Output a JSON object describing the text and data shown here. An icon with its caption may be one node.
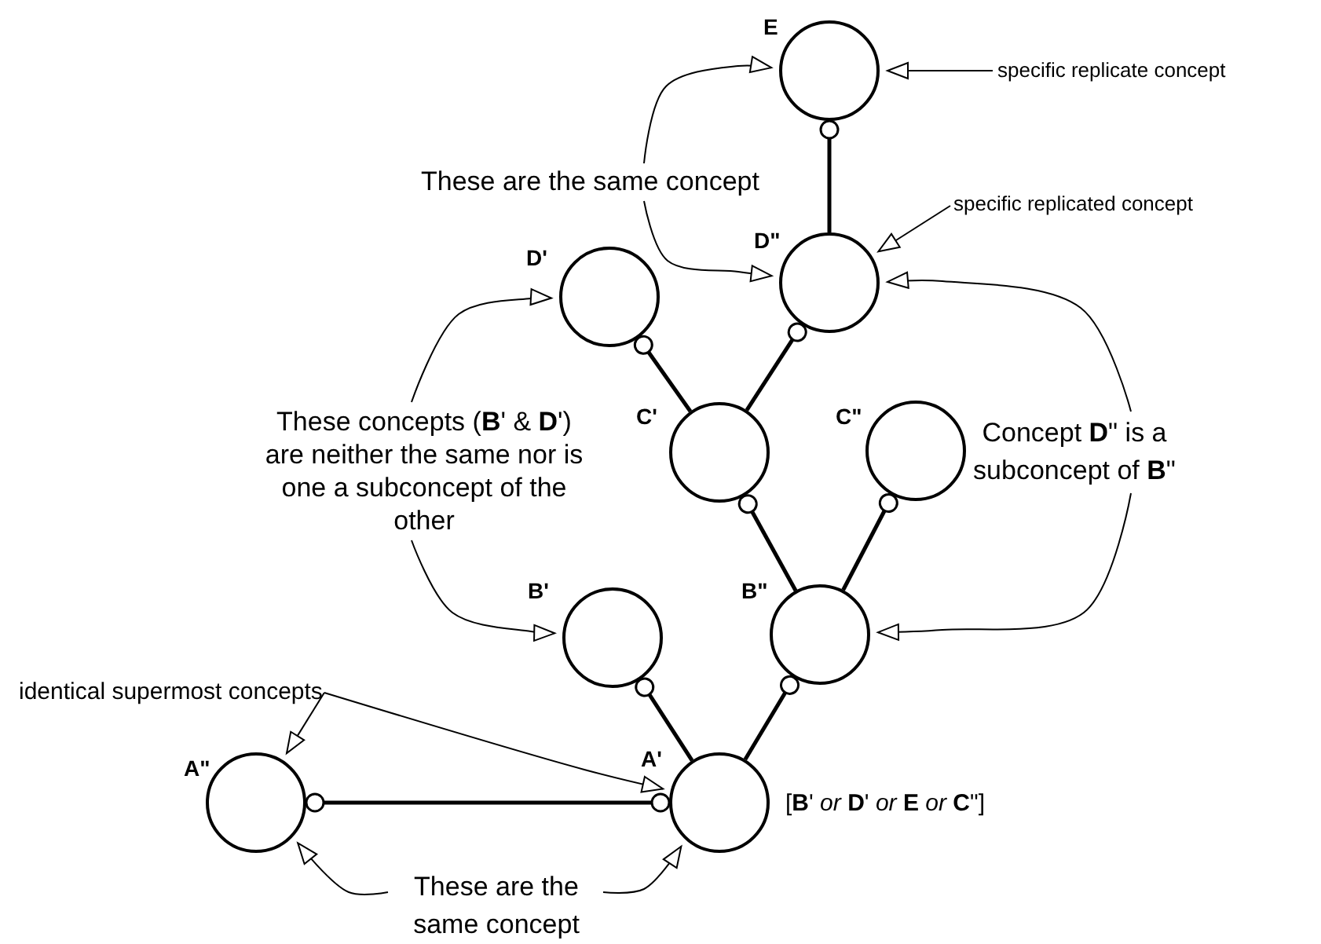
{
  "diagram": {
    "nodes": [
      {
        "text": [],
        "shape": "circle",
        "beside": [
          "E"
        ]
      },
      {
        "text": [],
        "shape": "circle",
        "beside": [
          "D\""
        ]
      },
      {
        "text": [],
        "shape": "circle",
        "beside": [
          "D'"
        ]
      },
      {
        "text": [],
        "shape": "circle",
        "beside": [
          "C'"
        ]
      },
      {
        "text": [],
        "shape": "circle",
        "beside": [
          "C\""
        ]
      },
      {
        "text": [],
        "shape": "circle",
        "beside": [
          "B'"
        ]
      },
      {
        "text": [],
        "shape": "circle",
        "beside": [
          "B\""
        ]
      },
      {
        "text": [],
        "shape": "circle",
        "beside": [
          "A'",
          "[**B**' *or* **D**' *or* **E** *or* **C**\"]"
        ]
      },
      {
        "text": [],
        "shape": "circle",
        "beside": [
          "A\""
        ]
      },
      {
        "text": [
          "specific replicate concept"
        ]
      },
      {
        "text": [
          "specific replicated concept"
        ]
      },
      {
        "text": [
          "These are the same concept"
        ]
      },
      {
        "text": [
          "These concepts (**B**' & **D**') are neither the same nor is one a subconcept of the other"
        ]
      },
      {
        "text": [
          "Concept **D**\" is a subconcept of **B**\""
        ]
      },
      {
        "text": [
          "identical supermost concepts"
        ]
      },
      {
        "text": [
          "These are the same concept"
        ]
      }
    ],
    "edges": [
      {
        "from": 0,
        "to": 1,
        "arrow": "other",
        "style": "thick"
      },
      {
        "from": 1,
        "to": 3,
        "arrow": "other",
        "style": "thick"
      },
      {
        "from": 2,
        "to": 3,
        "arrow": "other",
        "style": "thick"
      },
      {
        "from": 3,
        "to": 6,
        "arrow": "other",
        "style": "thick"
      },
      {
        "from": 4,
        "to": 6,
        "arrow": "other",
        "style": "thick"
      },
      {
        "from": 5,
        "to": 7,
        "arrow": "other",
        "style": "thick"
      },
      {
        "from": 6,
        "to": 7,
        "arrow": "other",
        "style": "thick"
      },
      {
        "from": 8,
        "to": 7,
        "arrow": "other",
        "style": "thick"
      },
      {
        "from": 9,
        "to": 0,
        "arrow": "to"
      },
      {
        "from": 10,
        "to": 1,
        "arrow": "to"
      },
      {
        "from": 11,
        "to": 0,
        "arrow": "to"
      },
      {
        "from": 11,
        "to": 1,
        "arrow": "to"
      },
      {
        "from": 12,
        "to": 2,
        "arrow": "to"
      },
      {
        "from": 12,
        "to": 5,
        "arrow": "to"
      },
      {
        "from": 13,
        "to": 1,
        "arrow": "to"
      },
      {
        "from": 13,
        "to": 6,
        "arrow": "to"
      },
      {
        "from": 14,
        "to": 8,
        "arrow": "to"
      },
      {
        "from": 14,
        "to": 7,
        "arrow": "to"
      },
      {
        "from": 15,
        "to": 8,
        "arrow": "to"
      },
      {
        "from": 15,
        "to": 7,
        "arrow": "to"
      }
    ]
  }
}
